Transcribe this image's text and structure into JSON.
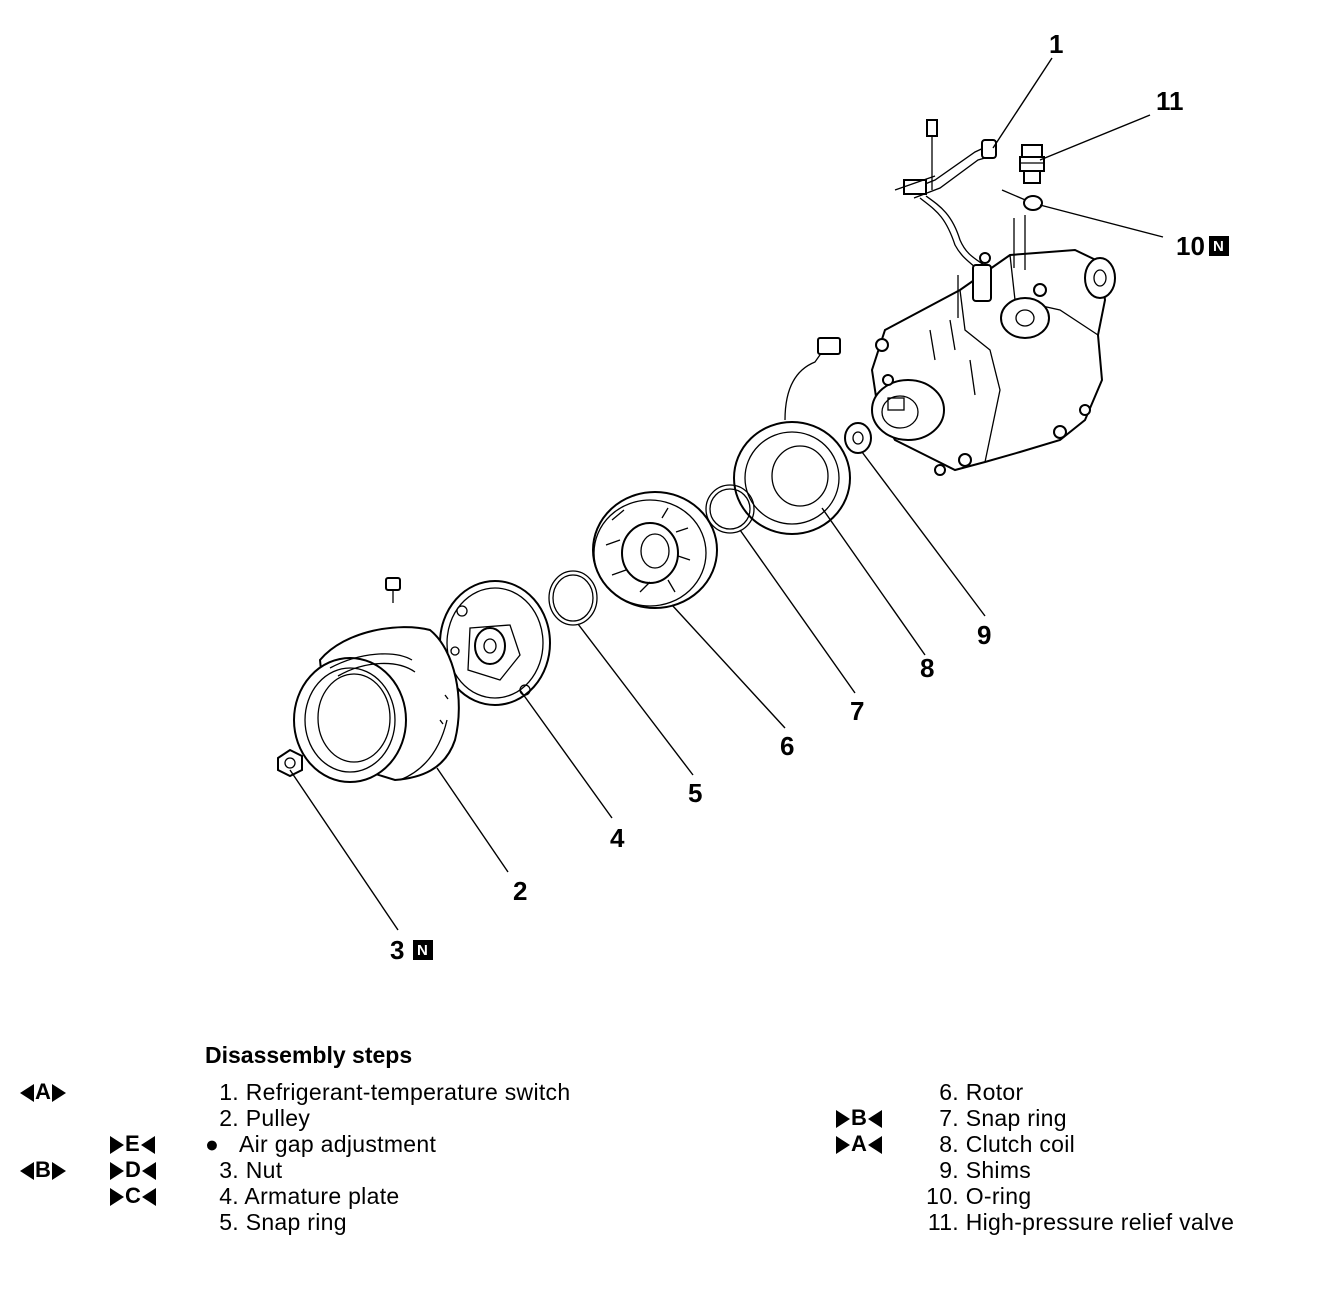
{
  "callouts": {
    "c1": "1",
    "c2": "2",
    "c3": "3",
    "c4": "4",
    "c5": "5",
    "c6": "6",
    "c7": "7",
    "c8": "8",
    "c9": "9",
    "c10": "10",
    "c11": "11",
    "new_part_badge": "N"
  },
  "steps": {
    "title": "Disassembly steps",
    "left": [
      {
        "num": "1.",
        "label": "Refrigerant-temperature switch"
      },
      {
        "num": "2.",
        "label": "Pulley"
      },
      {
        "num": "●",
        "label": "Air gap adjustment"
      },
      {
        "num": "3.",
        "label": "Nut"
      },
      {
        "num": "4.",
        "label": "Armature plate"
      },
      {
        "num": "5.",
        "label": "Snap ring"
      }
    ],
    "right": [
      {
        "num": "6.",
        "label": "Rotor"
      },
      {
        "num": "7.",
        "label": "Snap ring"
      },
      {
        "num": "8.",
        "label": "Clutch coil"
      },
      {
        "num": "9.",
        "label": "Shims"
      },
      {
        "num": "10.",
        "label": "O-ring"
      },
      {
        "num": "11.",
        "label": "High-pressure relief valve"
      }
    ]
  },
  "markers": {
    "removal_A": "A",
    "removal_B": "B",
    "install_E": "E",
    "install_D": "D",
    "install_C": "C",
    "install_B": "B",
    "install_A": "A"
  }
}
